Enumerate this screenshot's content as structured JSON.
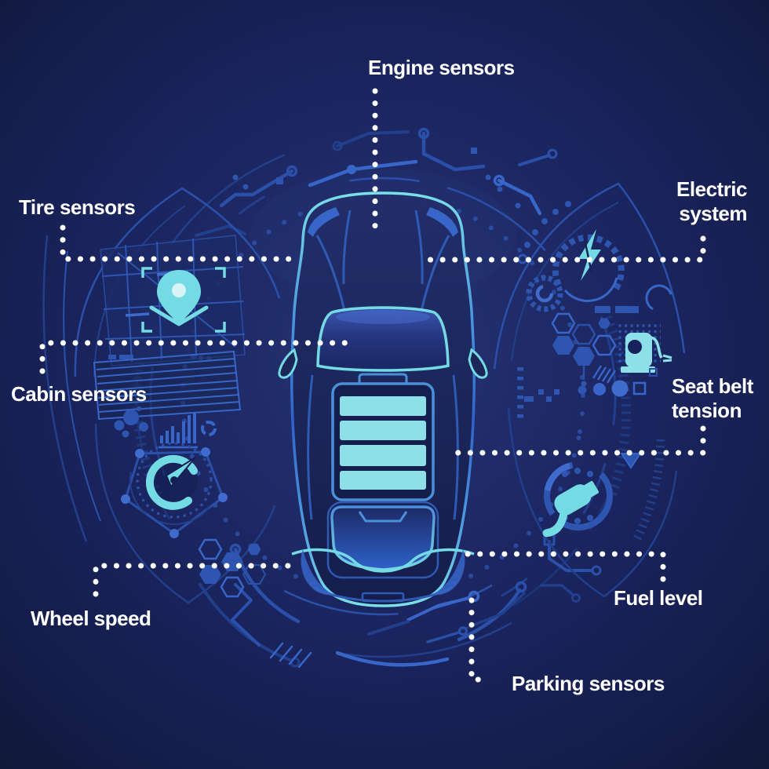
{
  "title": "Car sensors infographic",
  "labels": {
    "engine": "Engine sensors",
    "tire": "Tire sensors",
    "electric": "Electric system",
    "cabin": "Cabin sensors",
    "seatbelt": "Seat belt tension",
    "wheel": "Wheel speed",
    "fuel": "Fuel level",
    "parking": "Parking sensors"
  },
  "icons": [
    "location-pin-icon",
    "lightning-icon",
    "charging-station-icon",
    "ev-plug-icon",
    "speedometer-icon",
    "battery-indicator-icon",
    "bar-chart-icon",
    "hexagon-cluster-icon"
  ],
  "colors": {
    "background": "#131b42",
    "circuit_dark": "#1f3a80",
    "circuit": "#2a50aa",
    "circuit_light": "#3766c8",
    "accent_cyan": "#74dbe4",
    "battery_cyan": "#8ee0e8",
    "label_text": "#ffffff"
  }
}
